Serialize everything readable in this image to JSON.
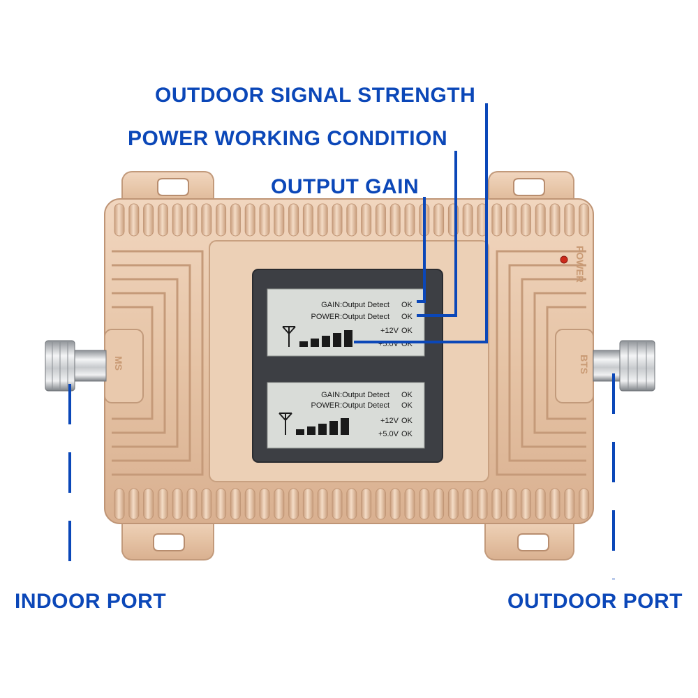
{
  "callouts": {
    "signal": "OUTDOOR SIGNAL STRENGTH",
    "power": "POWER WORKING CONDITION",
    "gain": "OUTPUT GAIN",
    "indoor": "INDOOR PORT",
    "outdoor": "OUTDOOR PORT"
  },
  "device": {
    "port_left_label": "MS",
    "port_right_label": "BTS",
    "power_led_label": "POWER",
    "panels": [
      {
        "lines": [
          {
            "label": "GAIN:Output Detect",
            "status": "OK"
          },
          {
            "label": "POWER:Output Detect",
            "status": "OK"
          },
          {
            "label": "+12V",
            "status": "OK"
          },
          {
            "label": "+5.0V",
            "status": "OK"
          }
        ],
        "signal_bars": 5
      },
      {
        "lines": [
          {
            "label": "GAIN:Output Detect",
            "status": "OK"
          },
          {
            "label": "POWER:Output Detect",
            "status": "OK"
          },
          {
            "label": "+12V",
            "status": "OK"
          },
          {
            "label": "+5.0V",
            "status": "OK"
          }
        ],
        "signal_bars": 5
      }
    ]
  },
  "colors": {
    "callout_blue": "#0b47b8",
    "casing_gold": "#e6c4a6",
    "casing_shadow": "#c89e7e",
    "lcd_background": "#d9dcd8",
    "display_frame": "#3d3f44"
  }
}
